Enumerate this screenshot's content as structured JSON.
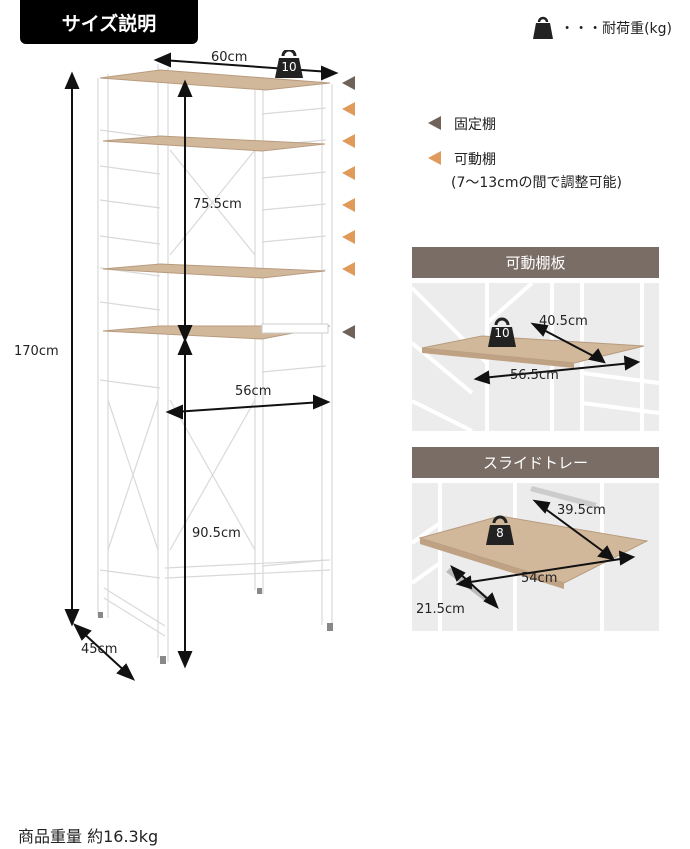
{
  "title": "サイズ説明",
  "weight_legend": {
    "icon": "weight-icon",
    "text": "・・・耐荷重(kg)"
  },
  "shelf_legend": {
    "fixed_label": "固定棚",
    "adjustable_label": "可動棚",
    "adjustable_note": "(7〜13cmの間で調整可能)",
    "colors": {
      "fixed": "#6f6258",
      "adjustable": "#e09a5c"
    }
  },
  "dimensions": {
    "top_width": "60cm",
    "top_load": "10",
    "shelf_span": "75.5cm",
    "total_height": "170cm",
    "inner_width": "56cm",
    "lower_height": "90.5cm",
    "depth": "45cm"
  },
  "panels": [
    {
      "title": "可動棚板",
      "load": "10",
      "depth": "40.5cm",
      "width": "56.5cm"
    },
    {
      "title": "スライドトレー",
      "load": "8",
      "depth": "39.5cm",
      "width": "54cm",
      "height": "21.5cm"
    }
  ],
  "footer": "商品重量 約16.3kg"
}
